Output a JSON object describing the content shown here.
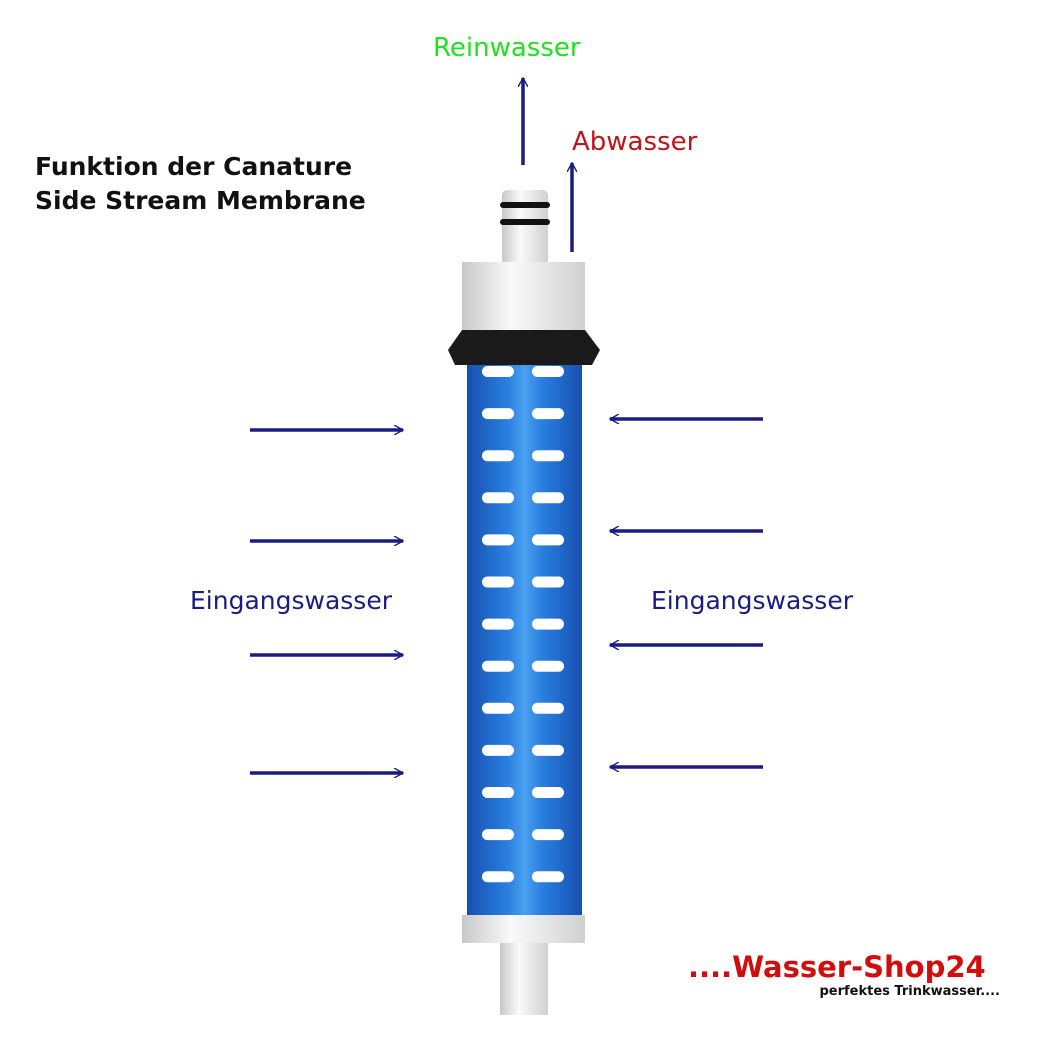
{
  "title": {
    "line1": "Funktion der Canature",
    "line2": "Side Stream Membrane"
  },
  "labels": {
    "pure_water": "Reinwasser",
    "waste_water": "Abwasser",
    "input_water_left": "Eingangswasser",
    "input_water_right": "Eingangswasser"
  },
  "brand": {
    "name": "....Wasser-Shop24",
    "slogan": "perfektes Trinkwasser...."
  },
  "colors": {
    "arrow": "#1c1c80",
    "membrane": "#1f6fd0",
    "pure_water": "#22e022",
    "waste_water": "#c0141a",
    "brand": "#d20d0d"
  },
  "membrane": {
    "slot_rows": 13,
    "slot_columns": 2
  }
}
